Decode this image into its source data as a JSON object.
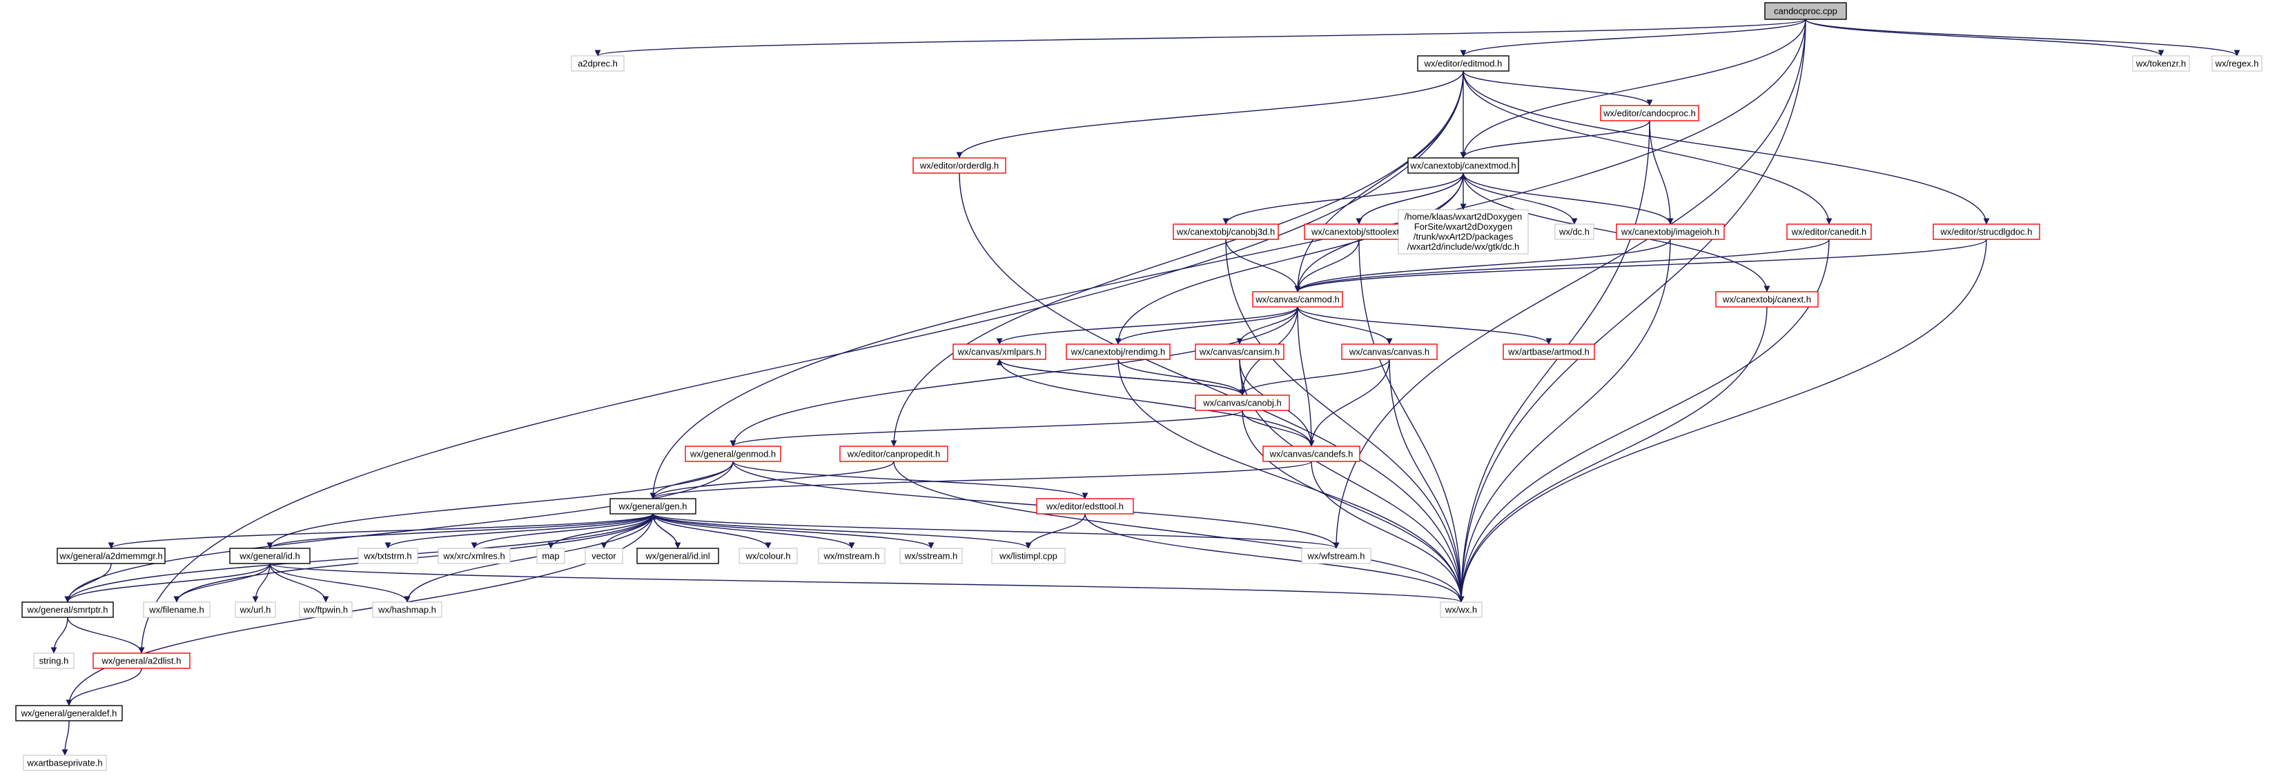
{
  "graph": {
    "nodes": [
      {
        "id": "root",
        "label": "candocproc.cpp",
        "kind": "root"
      },
      {
        "id": "a2dprec",
        "label": "a2dprec.h",
        "kind": "plain"
      },
      {
        "id": "editmod",
        "label": "wx/editor/editmod.h",
        "kind": "documented"
      },
      {
        "id": "tokenzr",
        "label": "wx/tokenzr.h",
        "kind": "plain"
      },
      {
        "id": "regex",
        "label": "wx/regex.h",
        "kind": "plain"
      },
      {
        "id": "candocproc",
        "label": "wx/editor/candocproc.h",
        "kind": "truncated"
      },
      {
        "id": "orderdlg",
        "label": "wx/editor/orderdlg.h",
        "kind": "truncated"
      },
      {
        "id": "canextmod",
        "label": "wx/canextobj/canextmod.h",
        "kind": "documented"
      },
      {
        "id": "canobj3d",
        "label": "wx/canextobj/canobj3d.h",
        "kind": "truncated"
      },
      {
        "id": "sttoolext",
        "label": "wx/canextobj/sttoolext.h",
        "kind": "truncated"
      },
      {
        "id": "gtkdc",
        "lines": [
          "/home/klaas/wxart2dDoxygen",
          "ForSite/wxart2dDoxygen",
          "/trunk/wxArt2D/packages",
          "/wxart2d/include/wx/gtk/dc.h"
        ],
        "kind": "plain"
      },
      {
        "id": "wxdc",
        "label": "wx/dc.h",
        "kind": "plain"
      },
      {
        "id": "imageioh",
        "label": "wx/canextobj/imageioh.h",
        "kind": "truncated"
      },
      {
        "id": "canedit",
        "label": "wx/editor/canedit.h",
        "kind": "truncated"
      },
      {
        "id": "strucdlgdoc",
        "label": "wx/editor/strucdlgdoc.h",
        "kind": "truncated"
      },
      {
        "id": "canmod",
        "label": "wx/canvas/canmod.h",
        "kind": "truncated"
      },
      {
        "id": "canext",
        "label": "wx/canextobj/canext.h",
        "kind": "truncated"
      },
      {
        "id": "xmlpars",
        "label": "wx/canvas/xmlpars.h",
        "kind": "truncated"
      },
      {
        "id": "rendimg",
        "label": "wx/canextobj/rendimg.h",
        "kind": "truncated"
      },
      {
        "id": "cansim",
        "label": "wx/canvas/cansim.h",
        "kind": "truncated"
      },
      {
        "id": "canvash",
        "label": "wx/canvas/canvas.h",
        "kind": "truncated"
      },
      {
        "id": "artmod",
        "label": "wx/artbase/artmod.h",
        "kind": "truncated"
      },
      {
        "id": "canobj",
        "label": "wx/canvas/canobj.h",
        "kind": "truncated"
      },
      {
        "id": "genmod",
        "label": "wx/general/genmod.h",
        "kind": "truncated"
      },
      {
        "id": "canpropedit",
        "label": "wx/editor/canpropedit.h",
        "kind": "truncated"
      },
      {
        "id": "candefs",
        "label": "wx/canvas/candefs.h",
        "kind": "truncated"
      },
      {
        "id": "gen",
        "label": "wx/general/gen.h",
        "kind": "documented"
      },
      {
        "id": "edsttool",
        "label": "wx/editor/edsttool.h",
        "kind": "truncated"
      },
      {
        "id": "a2dmemmgr",
        "label": "wx/general/a2dmemmgr.h",
        "kind": "documented"
      },
      {
        "id": "idh",
        "label": "wx/general/id.h",
        "kind": "documented"
      },
      {
        "id": "txtstrm",
        "label": "wx/txtstrm.h",
        "kind": "plain"
      },
      {
        "id": "xmlres",
        "label": "wx/xrc/xmlres.h",
        "kind": "plain"
      },
      {
        "id": "map",
        "label": "map",
        "kind": "plain"
      },
      {
        "id": "vector",
        "label": "vector",
        "kind": "plain"
      },
      {
        "id": "idinl",
        "label": "wx/general/id.inl",
        "kind": "documented"
      },
      {
        "id": "colour",
        "label": "wx/colour.h",
        "kind": "plain"
      },
      {
        "id": "mstream",
        "label": "wx/mstream.h",
        "kind": "plain"
      },
      {
        "id": "sstream",
        "label": "wx/sstream.h",
        "kind": "plain"
      },
      {
        "id": "listimpl",
        "label": "wx/listimpl.cpp",
        "kind": "plain"
      },
      {
        "id": "wfstream",
        "label": "wx/wfstream.h",
        "kind": "plain"
      },
      {
        "id": "smrtptr",
        "label": "wx/general/smrtptr.h",
        "kind": "documented"
      },
      {
        "id": "filename",
        "label": "wx/filename.h",
        "kind": "plain"
      },
      {
        "id": "url",
        "label": "wx/url.h",
        "kind": "plain"
      },
      {
        "id": "ftpwin",
        "label": "wx/ftpwin.h",
        "kind": "plain"
      },
      {
        "id": "hashmap",
        "label": "wx/hashmap.h",
        "kind": "plain"
      },
      {
        "id": "wxh",
        "label": "wx/wx.h",
        "kind": "plain"
      },
      {
        "id": "stringh",
        "label": "string.h",
        "kind": "plain"
      },
      {
        "id": "a2dlist",
        "label": "wx/general/a2dlist.h",
        "kind": "truncated"
      },
      {
        "id": "generaldef",
        "label": "wx/general/generaldef.h",
        "kind": "documented"
      },
      {
        "id": "artbasepriv",
        "label": "wxartbaseprivate.h",
        "kind": "plain"
      }
    ]
  },
  "colors": {
    "root_fill": "#bfbfbf",
    "documented_border": "#000000",
    "truncated_border": "#ff0000",
    "plain_border": "#bfbfbf",
    "edge": "#1a1a5e",
    "background": "#ffffff"
  }
}
